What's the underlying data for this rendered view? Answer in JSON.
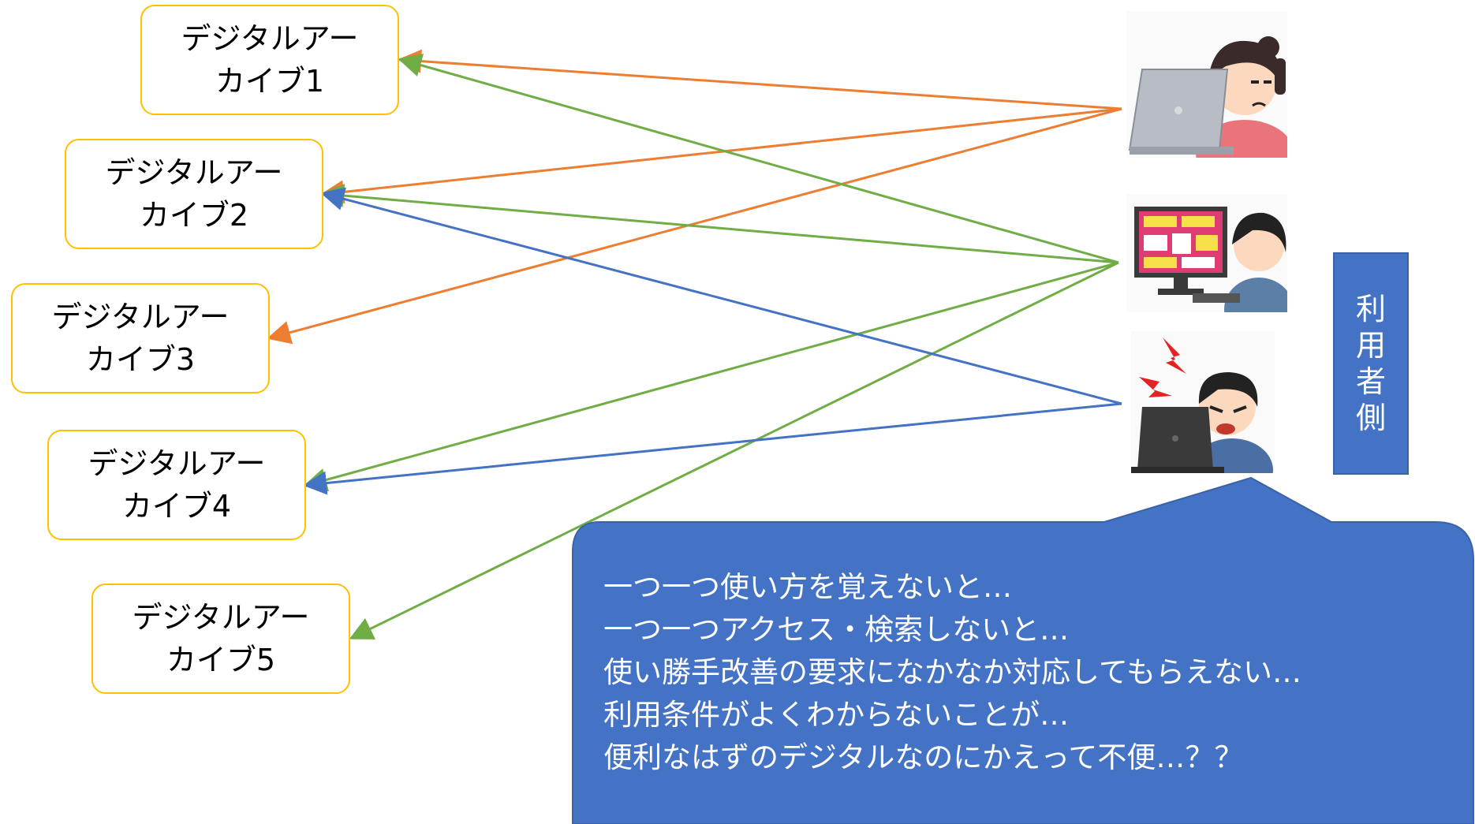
{
  "archives": [
    {
      "line1": "デジタルアー",
      "line2": "カイブ1"
    },
    {
      "line1": "デジタルアー",
      "line2": "カイブ2"
    },
    {
      "line1": "デジタルアー",
      "line2": "カイブ3"
    },
    {
      "line1": "デジタルアー",
      "line2": "カイブ4"
    },
    {
      "line1": "デジタルアー",
      "line2": "カイブ5"
    }
  ],
  "user_side_label": [
    "利",
    "用",
    "者",
    "側"
  ],
  "speech": [
    "一つ一つ使い方を覚えないと…",
    "一つ一つアクセス・検索しないと…",
    "使い勝手改善の要求になかなか対応してもらえない…",
    "利用条件がよくわからないことが…",
    "便利なはずのデジタルなのにかえって不便…？？"
  ],
  "colors": {
    "archive_border": "#FFC000",
    "user1_links": "#ED7D31",
    "user2_links": "#70AD47",
    "user3_links": "#4472C4",
    "bubble": "#4472C4"
  },
  "icons": [
    "woman-laptop-icon",
    "man-sale-monitor-icon",
    "angry-man-laptop-icon"
  ]
}
